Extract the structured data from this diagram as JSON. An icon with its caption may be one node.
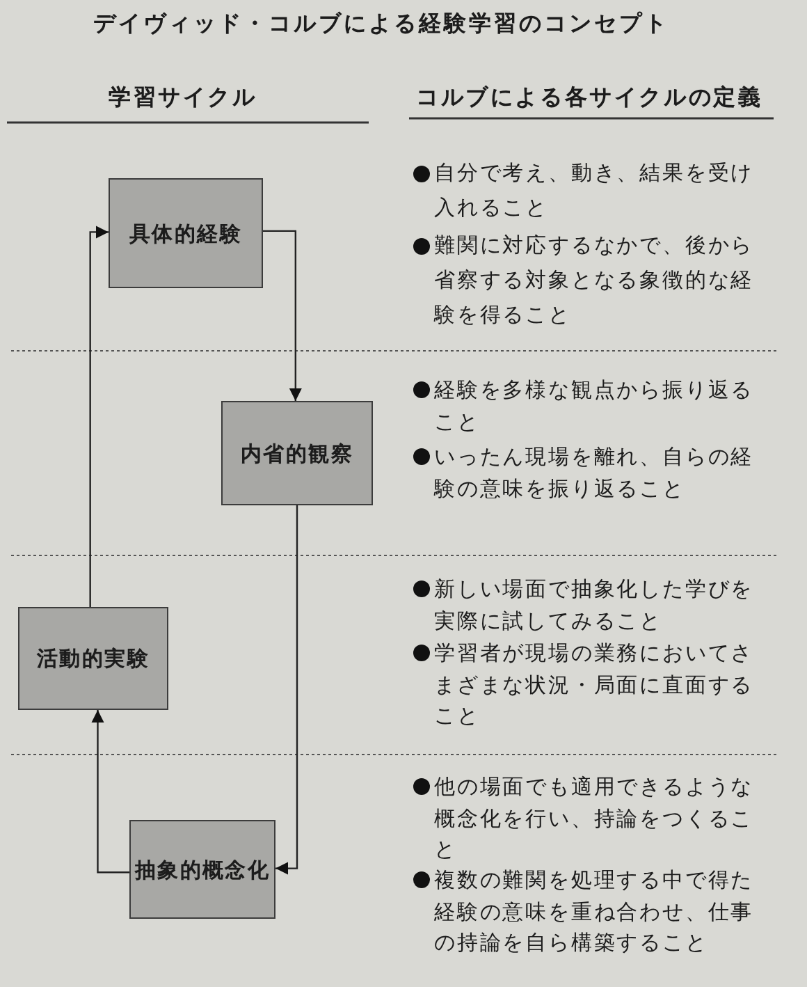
{
  "diagram": {
    "title": "デイヴィッド・コルブによる経験学習のコンセプト",
    "nodes": [
      {
        "text": [
          "具体的経験"
        ]
      },
      {
        "text": [
          "内省的観察"
        ]
      },
      {
        "text": [
          "活動的実験"
        ]
      },
      {
        "text": [
          "抽象的概念化"
        ]
      }
    ],
    "edges": [
      {
        "from": 0,
        "to": 1,
        "arrow": "to"
      },
      {
        "from": 1,
        "to": 3,
        "arrow": "to"
      },
      {
        "from": 3,
        "to": 2,
        "arrow": "to"
      },
      {
        "from": 2,
        "to": 0,
        "arrow": "to"
      }
    ],
    "labels": [
      "学習サイクル",
      "コルブによる各サイクルの定義",
      "自分で考え、動き、結果を受け入れること",
      "難関に対応するなかで、後から省察する対象となる象徴的な経験を得ること",
      "経験を多様な観点から振り返ること",
      "いったん現場を離れ、自らの経験の意味を振り返ること",
      "新しい場面で抽象化した学びを実際に試してみること",
      "学習者が現場の業務においてさまざまな状況・局面に直面すること",
      "他の場面でも適用できるような概念化を行い、持論をつくること",
      "複数の難関を処理する中で得た経験の意味を重ね合わせ、仕事の持論を自ら構築すること"
    ]
  }
}
